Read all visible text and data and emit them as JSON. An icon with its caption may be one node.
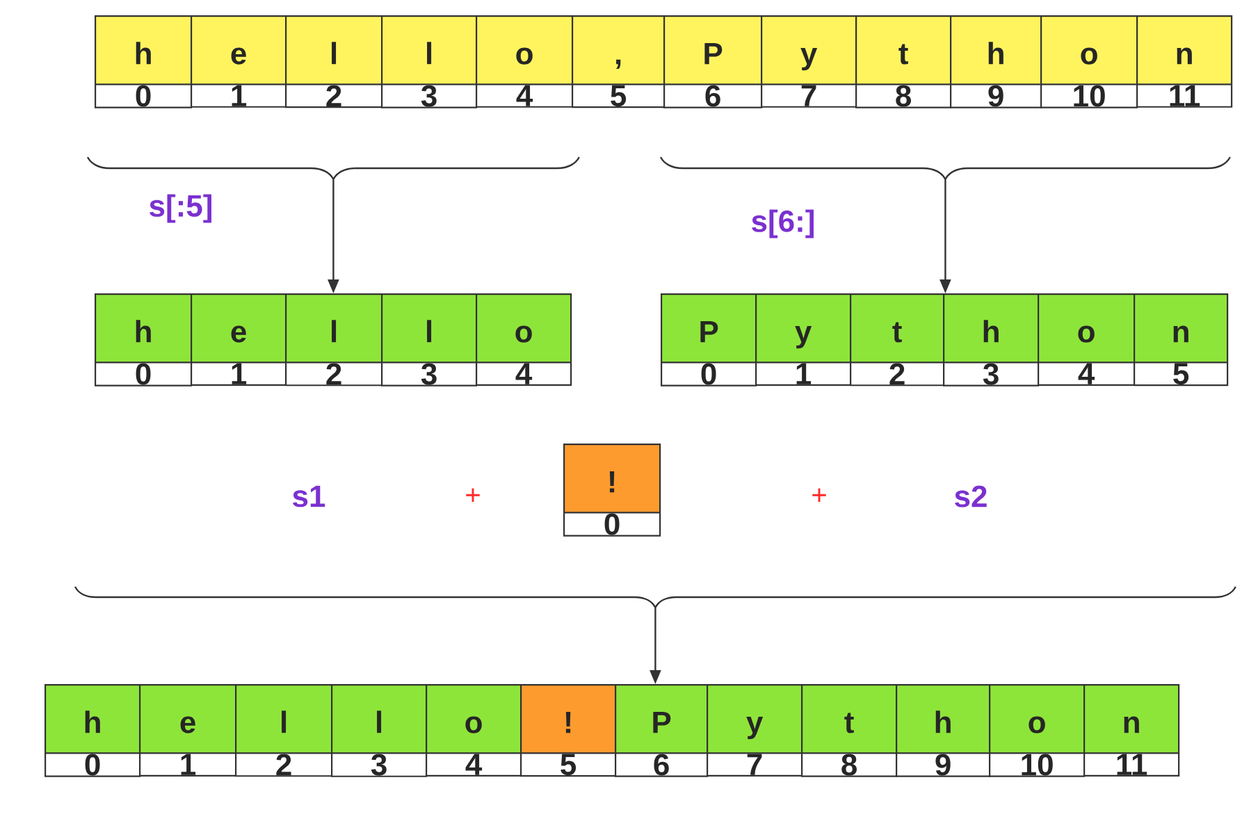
{
  "diagram": {
    "nodes": [
      {
        "text": [
          "h",
          "0"
        ]
      },
      {
        "text": [
          "e",
          "1"
        ]
      },
      {
        "text": [
          "l",
          "2"
        ]
      },
      {
        "text": [
          "l",
          "3"
        ]
      },
      {
        "text": [
          "o",
          "4"
        ]
      },
      {
        "text": [
          ",",
          "5"
        ]
      },
      {
        "text": [
          "P",
          "6"
        ]
      },
      {
        "text": [
          "y",
          "7"
        ]
      },
      {
        "text": [
          "t",
          "8"
        ]
      },
      {
        "text": [
          "h",
          "9"
        ]
      },
      {
        "text": [
          "o",
          "10"
        ]
      },
      {
        "text": [
          "n",
          "11"
        ]
      },
      {
        "text": [],
        "shape": "brace",
        "beside": [
          "s[:5]"
        ]
      },
      {
        "text": [],
        "shape": "brace",
        "beside": [
          "s[6:]"
        ]
      },
      {
        "text": [
          "h",
          "0"
        ]
      },
      {
        "text": [
          "e",
          "1"
        ]
      },
      {
        "text": [
          "l",
          "2"
        ]
      },
      {
        "text": [
          "l",
          "3"
        ]
      },
      {
        "text": [
          "o",
          "4"
        ]
      },
      {
        "text": [
          "P",
          "0"
        ]
      },
      {
        "text": [
          "y",
          "1"
        ]
      },
      {
        "text": [
          "t",
          "2"
        ]
      },
      {
        "text": [
          "h",
          "3"
        ]
      },
      {
        "text": [
          "o",
          "4"
        ]
      },
      {
        "text": [
          "n",
          "5"
        ]
      },
      {
        "text": [
          "!",
          "0"
        ]
      },
      {
        "text": [],
        "shape": "brace"
      },
      {
        "text": [
          "h",
          "0"
        ]
      },
      {
        "text": [
          "e",
          "1"
        ]
      },
      {
        "text": [
          "l",
          "2"
        ]
      },
      {
        "text": [
          "l",
          "3"
        ]
      },
      {
        "text": [
          "o",
          "4"
        ]
      },
      {
        "text": [
          "!",
          "5"
        ]
      },
      {
        "text": [
          "P",
          "6"
        ]
      },
      {
        "text": [
          "y",
          "7"
        ]
      },
      {
        "text": [
          "t",
          "8"
        ]
      },
      {
        "text": [
          "h",
          "9"
        ]
      },
      {
        "text": [
          "o",
          "10"
        ]
      },
      {
        "text": [
          "n",
          "11"
        ]
      }
    ],
    "edges": [
      {
        "from": 12,
        "to": 16,
        "arrow": "to"
      },
      {
        "from": 13,
        "to": 22,
        "arrow": "to"
      },
      {
        "from": 26,
        "to": 33,
        "arrow": "to"
      }
    ],
    "labels": [
      "s1",
      "+",
      "+",
      "s2"
    ]
  }
}
